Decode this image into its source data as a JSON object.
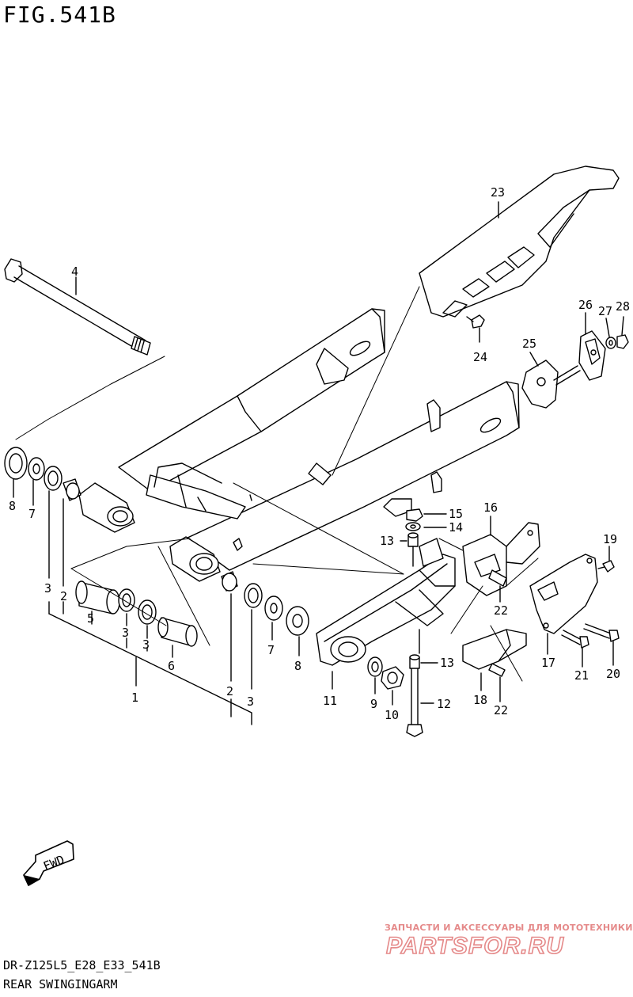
{
  "figure": {
    "title": "FIG.541B",
    "model_code": "DR-Z125L5_E28_E33_541B",
    "name": "REAR SWINGINGARM"
  },
  "fwd_arrow": {
    "text": "FWD"
  },
  "watermark": {
    "caption": "ЗАПЧАСТИ И АКСЕССУАРЫ ДЛЯ МОТОТЕХНИКИ",
    "logo_text": "PARTSFOR.RU",
    "color": "#e58a8a"
  },
  "callouts": {
    "c1": "1",
    "c2a": "2",
    "c2b": "2",
    "c3a": "3",
    "c3b": "3",
    "c3c": "3",
    "c3d": "3",
    "c4": "4",
    "c5": "5",
    "c6": "6",
    "c7a": "7",
    "c7b": "7",
    "c8a": "8",
    "c8b": "8",
    "c9": "9",
    "c10": "10",
    "c11": "11",
    "c12": "12",
    "c13a": "13",
    "c13b": "13",
    "c14": "14",
    "c15": "15",
    "c16": "16",
    "c17": "17",
    "c18": "18",
    "c19": "19",
    "c20": "20",
    "c21": "21",
    "c22a": "22",
    "c22b": "22",
    "c23": "23",
    "c24": "24",
    "c25": "25",
    "c26": "26",
    "c27": "27",
    "c28": "28"
  },
  "colors": {
    "line": "#000000",
    "background": "#ffffff"
  }
}
